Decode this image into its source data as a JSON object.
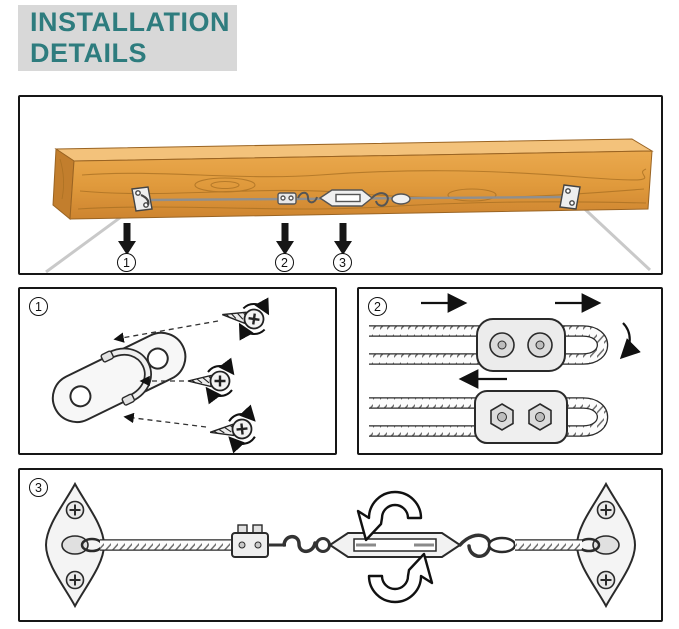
{
  "title": {
    "line1": "INSTALLATION",
    "line2": "DETAILS"
  },
  "steps": [
    "1",
    "2",
    "3"
  ],
  "colors": {
    "title_text": "#2e7c7e",
    "title_background": "#d8d8d8",
    "panel_border": "#161616",
    "wood_light": "#f3c27b",
    "wood_mid": "#e09a3c",
    "wood_dark": "#c27e2d",
    "cable_gray": "#8f8f8f",
    "arrow_black": "#161616"
  }
}
